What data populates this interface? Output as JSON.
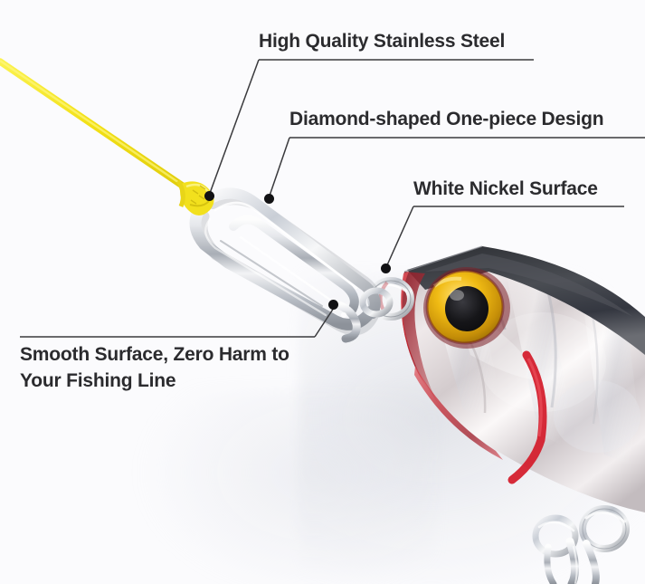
{
  "image": {
    "subject": "fishing popper lure with stainless steel snap clip and yellow braided line",
    "background_color": "#fbfbfd",
    "text_color": "#2b2b2e",
    "leader_line_color": "#3a3a3d",
    "dot_color": "#121214"
  },
  "annotations": [
    {
      "id": "high-quality-stainless-steel",
      "text": "High Quality Stainless Steel",
      "lines": [
        "High Quality Stainless Steel"
      ]
    },
    {
      "id": "diamond-shaped-one-piece-design",
      "text": "Diamond-shaped One-piece Design",
      "lines": [
        "Diamond-shaped One-piece Design"
      ]
    },
    {
      "id": "white-nickel-surface",
      "text": "White Nickel Surface",
      "lines": [
        "White Nickel Surface"
      ]
    },
    {
      "id": "smooth-surface-zero-harm",
      "text": "Smooth Surface, Zero Harm to Your Fishing Line",
      "lines": [
        "Smooth Surface, Zero Harm to",
        "Your Fishing Line"
      ]
    }
  ],
  "product": {
    "line_color": "#f4e521",
    "knot_color": "#f2df1f",
    "hardware_color": "#cfd2d8",
    "lure_back_color": "#3d3f44",
    "lure_body_color": "#ded9da",
    "lure_mouth_color": "#c8303c",
    "gill_mark_color": "#d4202e",
    "eye_iris_color": "#e8b611",
    "eye_pupil_color": "#151516"
  }
}
